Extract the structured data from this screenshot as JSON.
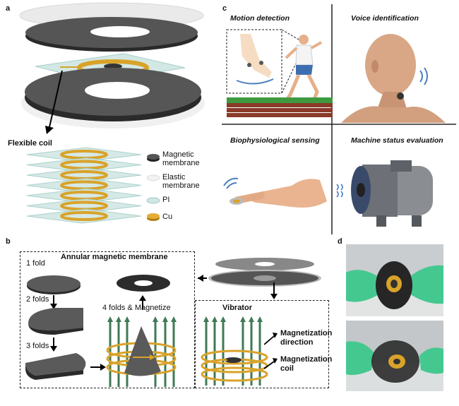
{
  "panels": {
    "a": {
      "letter": "a",
      "flexible_coil": "Flexible coil",
      "legend": [
        {
          "name": "magnetic",
          "line1": "Magnetic",
          "line2": "membrane"
        },
        {
          "name": "elastic",
          "line1": "Elastic",
          "line2": "membrane"
        },
        {
          "name": "pi",
          "line1": "PI",
          "line2": ""
        },
        {
          "name": "cu",
          "line1": "Cu",
          "line2": ""
        }
      ]
    },
    "b": {
      "letter": "b",
      "title": "Annular magnetic membrane",
      "step1": "1 fold",
      "step2": "2 folds",
      "step3": "3 folds",
      "step4": "4 folds & Magnetize",
      "vibrator": "Vibrator",
      "mag_dir_1": "Magnetization",
      "mag_dir_2": "direction",
      "mag_coil_1": "Magnetization",
      "mag_coil_2": "coil"
    },
    "c": {
      "letter": "c",
      "quadrants": {
        "motion": "Motion detection",
        "voice": "Voice identification",
        "bio": "Biophysiological sensing",
        "machine": "Machine status evaluation"
      }
    },
    "d": {
      "letter": "d"
    }
  },
  "colors": {
    "magnetic": "#3c3c3c",
    "copper": "#d9a32a",
    "pi_film": "#bfe0dc",
    "glove": "#45c890",
    "field_line": "#3f7a55"
  }
}
